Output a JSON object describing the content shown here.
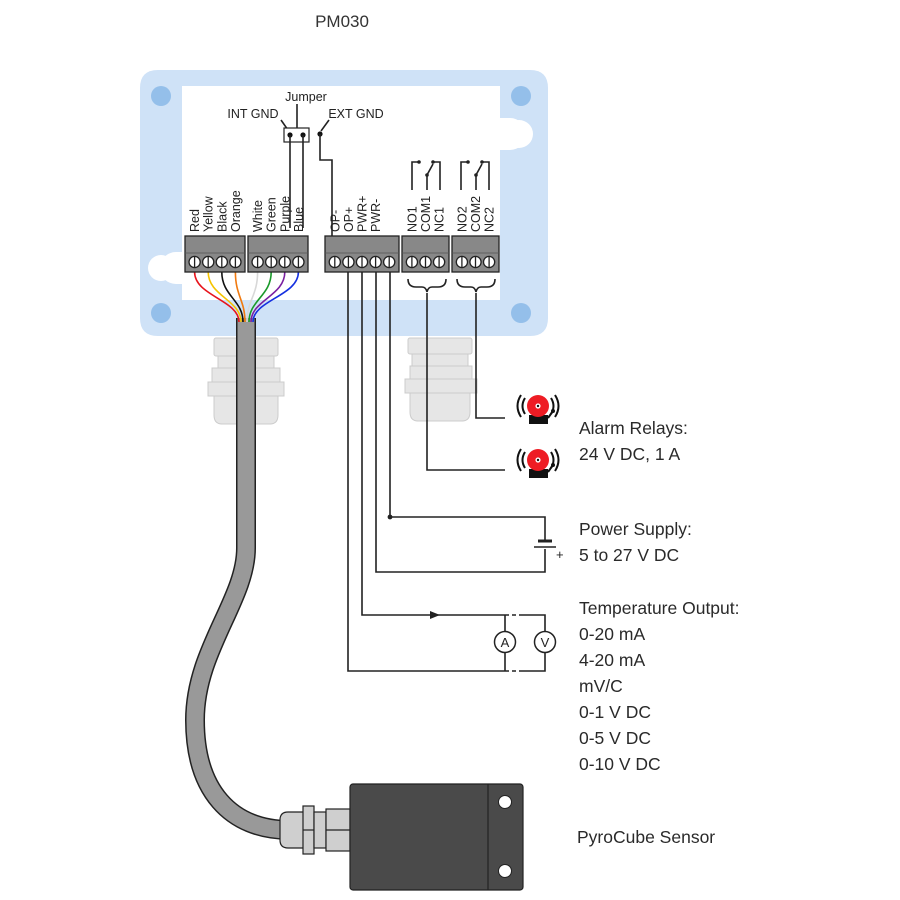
{
  "title": "PM030",
  "jumper": {
    "label": "Jumper",
    "int_gnd_label": "INT GND",
    "ext_gnd_label": "EXT GND"
  },
  "terminal_blocks": [
    {
      "id": "sensor-a",
      "pins": [
        "Red",
        "Yellow",
        "Black",
        "Orange"
      ]
    },
    {
      "id": "sensor-b",
      "pins": [
        "White",
        "Green",
        "Purple",
        "Blue"
      ]
    },
    {
      "id": "power-output",
      "pins": [
        "OP-",
        "OP+",
        "PWR+",
        "PWR-"
      ]
    },
    {
      "id": "relay-1",
      "pins": [
        "NO1",
        "COM1",
        "NC1"
      ]
    },
    {
      "id": "relay-2",
      "pins": [
        "NO2",
        "COM2",
        "NC2"
      ]
    }
  ],
  "wire_colors": {
    "Red": "#e8141c",
    "Yellow": "#f5c400",
    "Black": "#111111",
    "Orange": "#f07a10",
    "White": "#d8d8d8",
    "Green": "#1a9a2a",
    "Purple": "#7a1fa0",
    "Blue": "#1530e0"
  },
  "colors": {
    "enclosure": "#cfe2f7",
    "mount_hole": "#94bfea",
    "terminal": "#888888",
    "cable": "#999999",
    "sensor_body": "#4a4a4a",
    "alarm_red": "#ee1c24",
    "gland": "#e6e6e6"
  },
  "meter_symbols": {
    "ammeter": "A",
    "voltmeter": "V"
  },
  "battery_plus": "+",
  "callouts": {
    "alarm": {
      "heading": "Alarm Relays:",
      "lines": [
        "24 V DC, 1 A"
      ]
    },
    "power": {
      "heading": "Power Supply:",
      "lines": [
        "5 to 27 V DC"
      ]
    },
    "output": {
      "heading": "Temperature Output:",
      "lines": [
        "0-20 mA",
        "4-20 mA",
        "mV/C",
        "0-1 V DC",
        "0-5 V DC",
        "0-10 V DC"
      ]
    },
    "sensor": {
      "heading": "PyroCube Sensor"
    }
  }
}
